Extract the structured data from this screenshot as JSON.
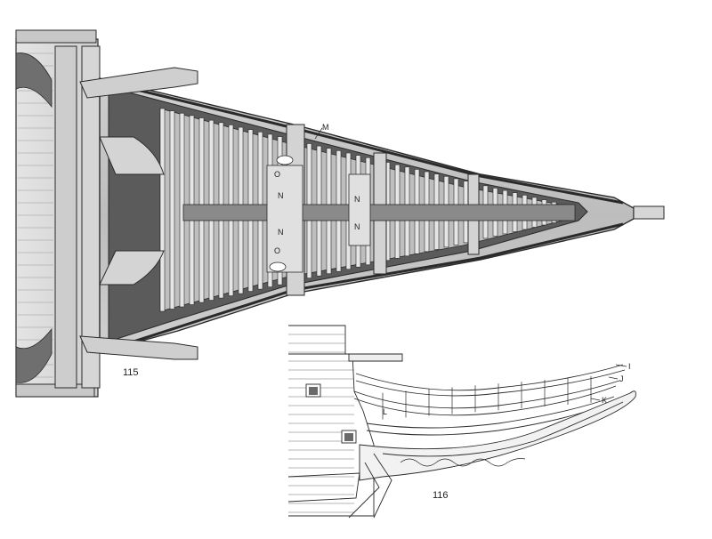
{
  "figures": [
    {
      "number": "115",
      "labels": [
        "M",
        "N",
        "N",
        "N",
        "N",
        "O",
        "O"
      ]
    },
    {
      "number": "116",
      "labels": [
        "I",
        "J",
        "K",
        "L"
      ]
    }
  ],
  "colors": {
    "line": "#2a2a2a",
    "wood_light": "#d9d9d9",
    "wood_mid": "#bdbdbd",
    "wood_dark": "#7a7a7a",
    "shadow": "#3a3a3a"
  }
}
